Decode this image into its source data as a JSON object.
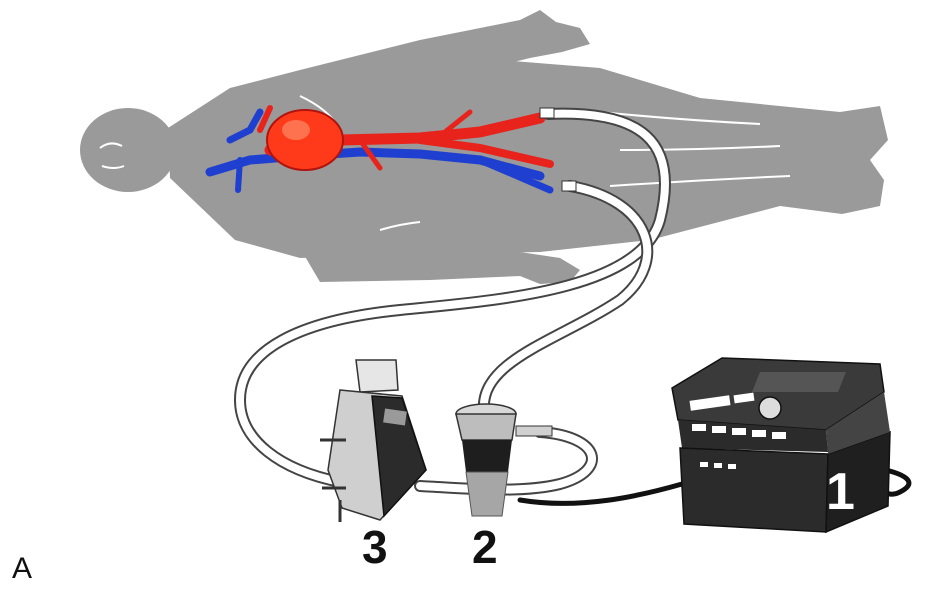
{
  "figure": {
    "panel_letter": "A",
    "components": [
      {
        "id": "console",
        "label": "1"
      },
      {
        "id": "pump",
        "label": "2"
      },
      {
        "id": "oxygenator",
        "label": "3"
      }
    ]
  },
  "colors": {
    "body": "#9a9a9a",
    "artery": "#e8231c",
    "vein": "#1f3fd0",
    "heart": "#ff3a1a",
    "device_dark": "#2b2b2b",
    "tubing": "#ffffff"
  }
}
